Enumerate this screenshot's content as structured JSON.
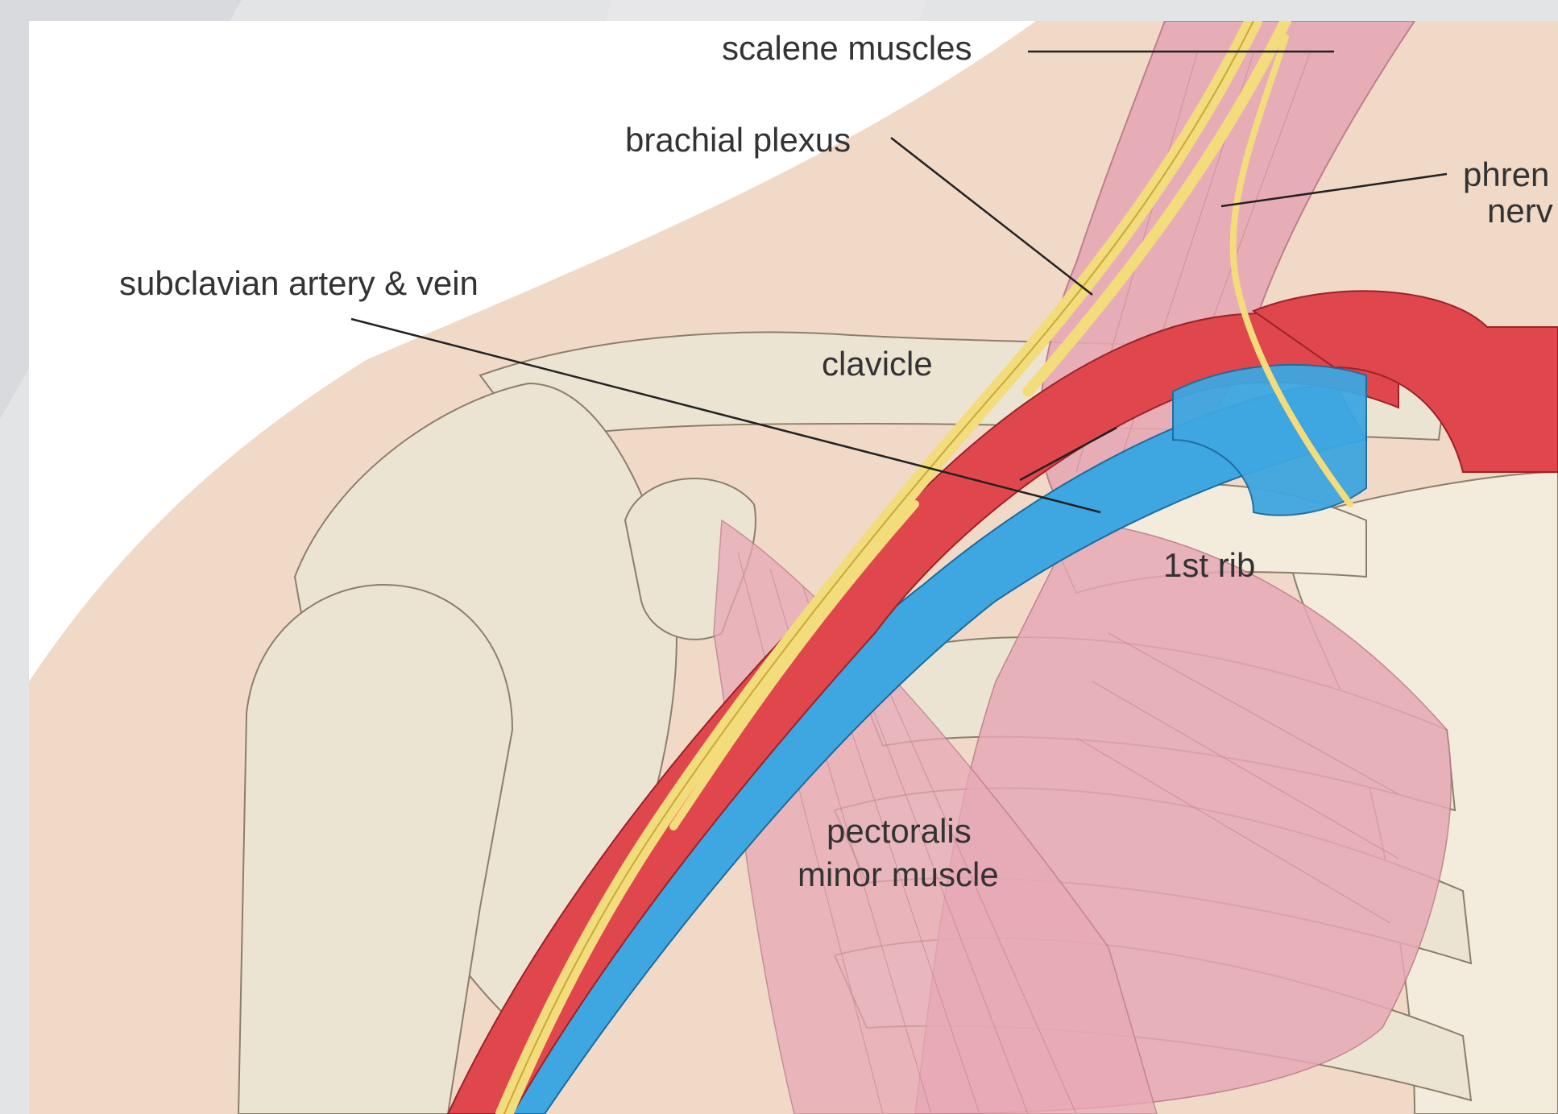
{
  "labels": {
    "scalene_muscles": "scalene muscles",
    "brachial_plexus": "brachial plexus",
    "phrenic_nerve_line1": "phren",
    "phrenic_nerve_line2": "nerv",
    "subclavian": "subclavian artery & vein",
    "clavicle": "clavicle",
    "first_rib": "1st rib",
    "pectoralis_line1": "pectoralis",
    "pectoralis_line2": "minor muscle"
  },
  "colors": {
    "page_background": "#e3e4e6",
    "skin": "#f1d9c8",
    "bone": "#ece4d3",
    "bone_outline": "#8b7f6a",
    "muscle": "#e7a9b6",
    "artery": "#e0474d",
    "vein": "#3ea6e0",
    "nerve": "#f2dc7c",
    "label_text": "#333333"
  }
}
